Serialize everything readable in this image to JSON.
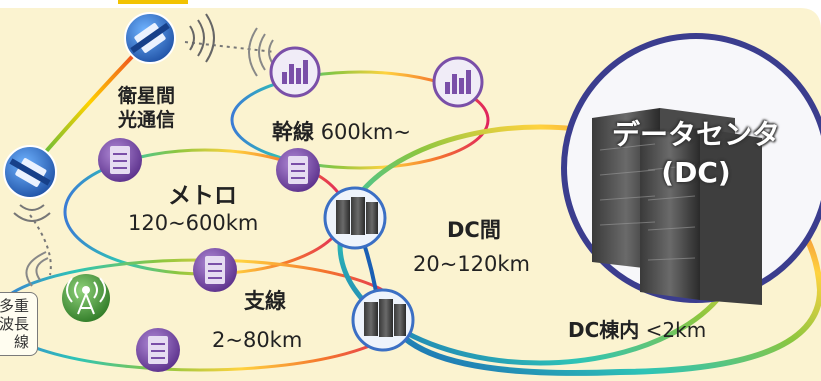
{
  "labels": {
    "satellite": [
      "衛星間",
      "光通信"
    ],
    "trunk": {
      "name": "幹線",
      "range": "600km~"
    },
    "metro": {
      "name": "メトロ",
      "range": "120~600km"
    },
    "dc_between": {
      "name": "DC間",
      "range": "20~120km"
    },
    "branch": {
      "name": "支線",
      "range": "2~80km"
    },
    "dc_internal": {
      "name": "DC棟内",
      "range": "<2km"
    },
    "datacenter": [
      "データセンタ",
      "(DC)"
    ],
    "cut_caption": [
      "多重",
      "波長",
      "線"
    ]
  },
  "colors": {
    "background": "#fbf3d0",
    "node_purple": "#7a4fa8",
    "node_green": "#4e9a3c",
    "dc_ring": "#3b3d8e"
  }
}
